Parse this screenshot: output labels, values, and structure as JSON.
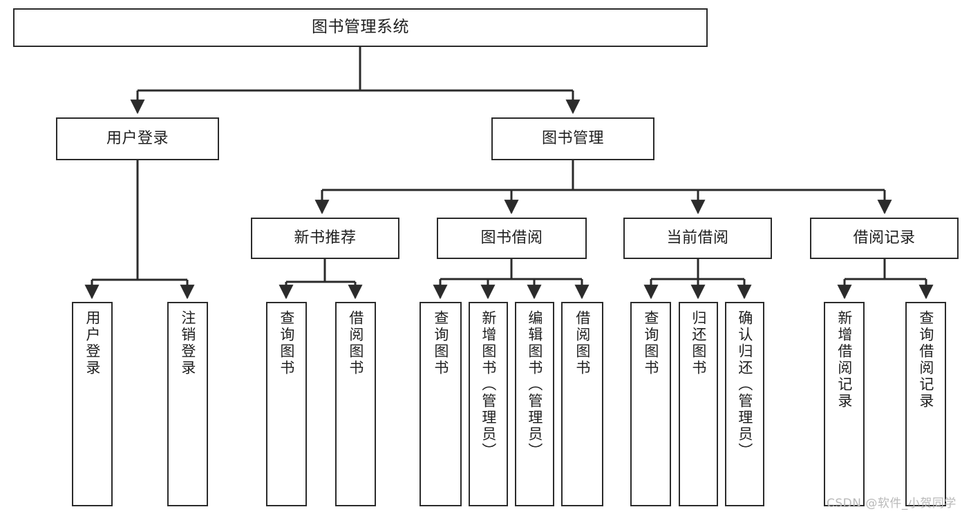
{
  "diagram": {
    "title": "图书管理系统",
    "type": "tree-hierarchy",
    "root": {
      "id": "root",
      "label": "图书管理系统"
    },
    "level2": [
      {
        "id": "user-login",
        "label": "用户登录"
      },
      {
        "id": "book-manage",
        "label": "图书管理"
      }
    ],
    "level3": [
      {
        "id": "new-book-rec",
        "label": "新书推荐",
        "parent": "book-manage"
      },
      {
        "id": "book-borrow",
        "label": "图书借阅",
        "parent": "book-manage"
      },
      {
        "id": "current-borrow",
        "label": "当前借阅",
        "parent": "book-manage"
      },
      {
        "id": "borrow-record",
        "label": "借阅记录",
        "parent": "book-manage"
      }
    ],
    "leaves": [
      {
        "id": "leaf-user-login",
        "label": "用户登录",
        "parent": "user-login"
      },
      {
        "id": "leaf-logout",
        "label": "注销登录",
        "parent": "user-login"
      },
      {
        "id": "leaf-query-book-1",
        "label": "查询图书",
        "parent": "new-book-rec"
      },
      {
        "id": "leaf-borrow-book-1",
        "label": "借阅图书",
        "parent": "new-book-rec"
      },
      {
        "id": "leaf-query-book-2",
        "label": "查询图书",
        "parent": "book-borrow"
      },
      {
        "id": "leaf-add-book",
        "label": "新增图书（管理员）",
        "parent": "book-borrow"
      },
      {
        "id": "leaf-edit-book",
        "label": "编辑图书（管理员）",
        "parent": "book-borrow"
      },
      {
        "id": "leaf-borrow-book-2",
        "label": "借阅图书",
        "parent": "book-borrow"
      },
      {
        "id": "leaf-query-book-3",
        "label": "查询图书",
        "parent": "current-borrow"
      },
      {
        "id": "leaf-return-book",
        "label": "归还图书",
        "parent": "current-borrow"
      },
      {
        "id": "leaf-confirm-return",
        "label": "确认归还（管理员）",
        "parent": "current-borrow"
      },
      {
        "id": "leaf-add-record",
        "label": "新增借阅记录",
        "parent": "borrow-record"
      },
      {
        "id": "leaf-query-record",
        "label": "查询借阅记录",
        "parent": "borrow-record"
      }
    ],
    "colors": {
      "box_border": "#2b2b2b",
      "box_fill": "#ffffff",
      "edge": "#2b2b2b",
      "text": "#1f1f1f",
      "watermark": "#b9b9b9",
      "background": "#ffffff"
    }
  },
  "watermark": {
    "text": "CSDN @软件_小贺同学"
  }
}
